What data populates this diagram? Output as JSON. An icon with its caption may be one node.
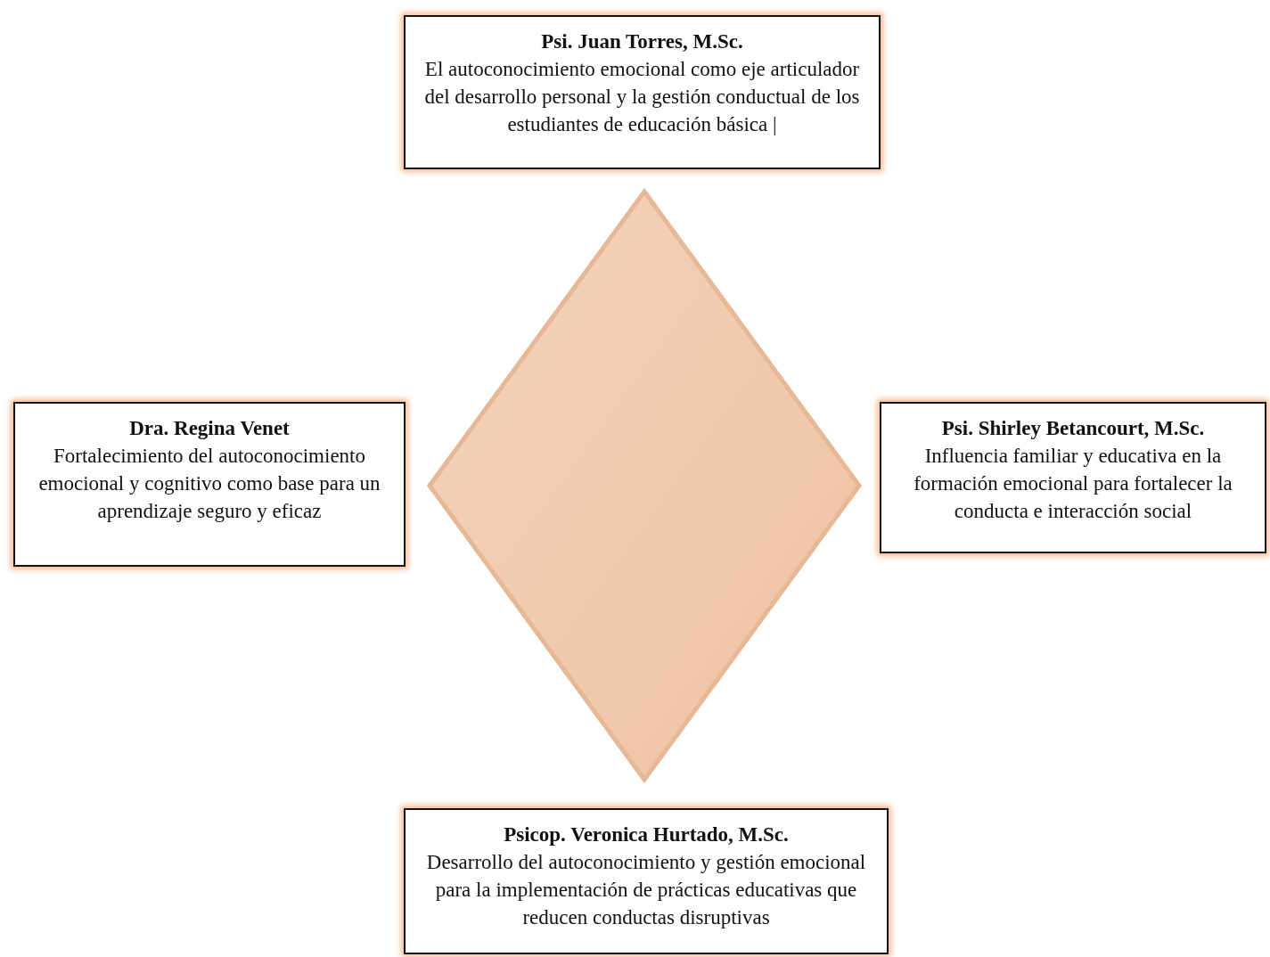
{
  "diagram": {
    "nodes": [
      {
        "text": [
          "Psi. Juan Torres, M.Sc.",
          "El autoconocimiento emocional como eje articulador del desarrollo personal y la gestión conductual de los estudiantes de educación básica |"
        ]
      },
      {
        "text": [
          "Dra. Regina Venet",
          "Fortalecimiento del autoconocimiento emocional y cognitivo como base para un aprendizaje seguro y eficaz"
        ]
      },
      {
        "text": [],
        "shape": "diamond"
      },
      {
        "text": [
          "Psi. Shirley Betancourt, M.Sc.",
          "Influencia familiar y educativa en la formación emocional para fortalecer la conducta e interacción social"
        ]
      },
      {
        "text": [
          "Psicop. Veronica Hurtado, M.Sc.",
          "Desarrollo del autoconocimiento y gestión emocional para la implementación de prácticas educativas que reducen conductas disruptivas"
        ]
      }
    ]
  }
}
